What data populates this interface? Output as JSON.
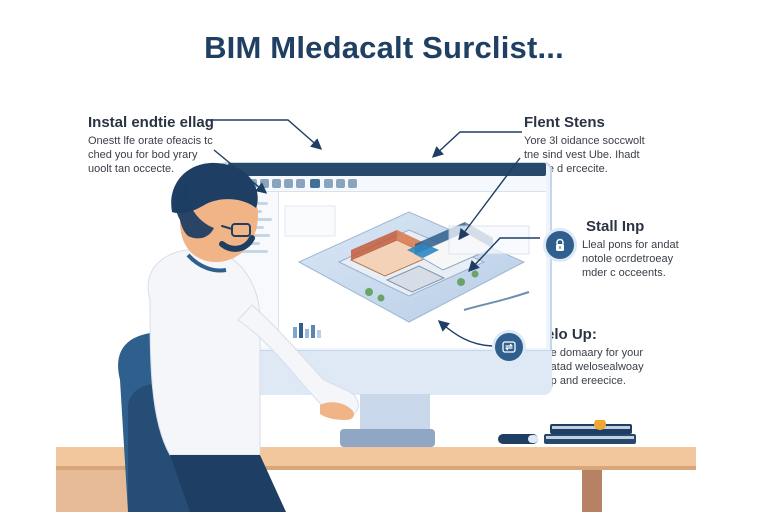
{
  "header": {
    "title": "BIM Mledacalt Surclist..."
  },
  "callouts": {
    "top_left": {
      "title": "Instal endtie ellag",
      "body": "Onestt lfe orate ofeacis tc\nched you for bod yrary\nuoolt tan occecte."
    },
    "top_right": {
      "title": "Flent Stens",
      "body": "Yore 3l oidance soccwolt\ntne sind vest Ube. Ihadt\nnotole d ercecite."
    },
    "mid_right": {
      "title": "Stall Inp",
      "body": "Lleal pons for andat\nnotole ocrdetroeay\nmder c occeents."
    },
    "lower_right": {
      "title": "Pelo Up:",
      "body": "One domaary for your\nalnatad welosealwoay\nstop and ereecice."
    }
  },
  "icons": {
    "lock": "lock-icon",
    "swap": "swap-icon",
    "apple": "apple-icon"
  },
  "glyphs": {
    "apple": ""
  },
  "colors": {
    "title": "#1f3f63",
    "accent_blue": "#2f5f8d",
    "desk": "#f3c79e"
  }
}
